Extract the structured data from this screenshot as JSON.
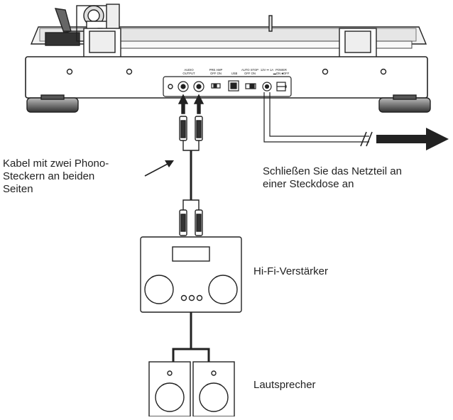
{
  "panel_labels": {
    "audio_output_line1": "AUDIO",
    "audio_output_line2": "OUTPUT",
    "pre_amp_line1": "PRE AMP",
    "pre_amp_line2": "OFF ON",
    "usb": "USB",
    "auto_stop_line1": "AUTO STOP",
    "auto_stop_line2": "OFF ON",
    "dc_in": "12V ⎓ 1A",
    "power_line1": "POWER",
    "power_line2": "▬ON ■OFF"
  },
  "callouts": {
    "cable": [
      "Kabel mit zwei Phono-",
      "Steckern an beiden",
      "Seiten"
    ],
    "power": [
      "Schließen Sie das Netzteil an",
      "einer Steckdose an"
    ],
    "amplifier": "Hi-Fi-Verstärker",
    "speakers": "Lautsprecher"
  }
}
